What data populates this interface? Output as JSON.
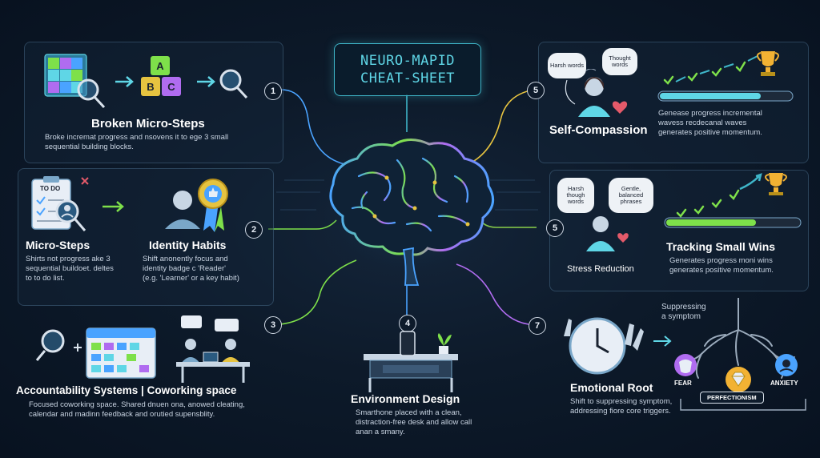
{
  "header": {
    "line1": "NEURO-MAPID",
    "line2": "CHEAT-SHEET"
  },
  "sections": {
    "broken_micro_steps": {
      "num": "1",
      "title": "Broken Micro-Steps",
      "desc": "Broke incremat progress and nsovens it to ege 3 small\nsequential building blocks.",
      "blocks": [
        "A",
        "B",
        "C"
      ]
    },
    "micro_steps": {
      "title": "Micro-Steps",
      "desc": "Shirts not progress ake 3\nsequential buildoet. deltes\nto to do list.",
      "todo": "TO DO"
    },
    "identity_habits": {
      "num": "2",
      "title": "Identity Habits",
      "desc": "Shift anonently focus and\nidentity badge c 'Reader'\n(e.g. 'Learner' or a key habit)"
    },
    "accountability": {
      "num": "3",
      "title": "Accountability Systems | Coworking space",
      "desc": "Focused coworking space. Shared dnuen ona, anowed cleating,\ncalendar and madinn feedback and orutied supensblity."
    },
    "environment": {
      "num": "4",
      "title": "Environment Design",
      "desc": "Smarthone placed with a clean,\ndistraction-free desk and allow call\nanan a smany."
    },
    "self_compassion": {
      "num": "5",
      "title": "Self-Compassion",
      "desc": "Genease progress incremental\nwavess recdecanal waves\ngenerates positive momentum.",
      "bubble_left": "Harsh words",
      "bubble_right": "Thought words"
    },
    "stress_reduction": {
      "num": "5",
      "title": "Stress Reduction",
      "bubble_left": "Harsh\nthough\nwords",
      "bubble_right": "Gentle,\nbalanced\nphrases"
    },
    "tracking": {
      "title": "Tracking Small Wins",
      "desc": "Generates progress moni wins\ngenerates positive momentum."
    },
    "emotional_root": {
      "num": "7",
      "title": "Emotional Root",
      "desc": "Shift to suppressing symptom,\naddressing fiore core triggers.",
      "symptom": "Suppressing\na symptom",
      "roots": [
        "FEAR",
        "PERFECTIONISM",
        "ANXIETY"
      ]
    }
  },
  "colors": {
    "accent_cyan": "#3fb6c9",
    "accent_green": "#7ee04a",
    "accent_purple": "#b06cf0",
    "accent_blue": "#4aa3ff",
    "heart": "#e45a6a",
    "trophy": "#f2b233"
  }
}
